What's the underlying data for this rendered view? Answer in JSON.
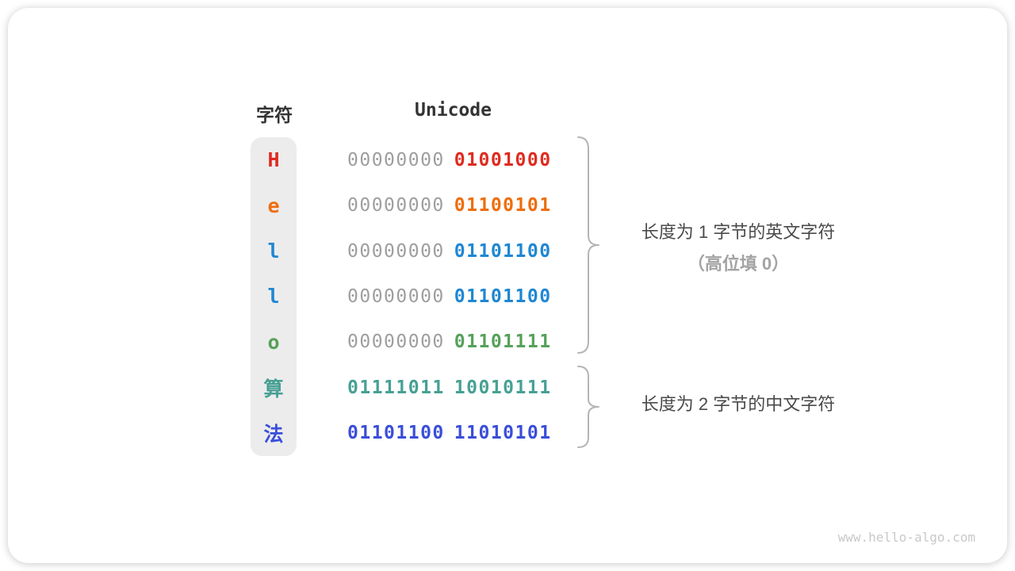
{
  "table": {
    "headers": {
      "char": "字符",
      "unicode": "Unicode"
    },
    "rows": [
      {
        "char": "H",
        "color": "#e02b20",
        "byte1": "00000000",
        "byte1_gray": true,
        "byte2": "01001000"
      },
      {
        "char": "e",
        "color": "#ee6e0d",
        "byte1": "00000000",
        "byte1_gray": true,
        "byte2": "01100101"
      },
      {
        "char": "l",
        "color": "#1f87d2",
        "byte1": "00000000",
        "byte1_gray": true,
        "byte2": "01101100"
      },
      {
        "char": "l",
        "color": "#1f87d2",
        "byte1": "00000000",
        "byte1_gray": true,
        "byte2": "01101100"
      },
      {
        "char": "o",
        "color": "#56a15a",
        "byte1": "00000000",
        "byte1_gray": true,
        "byte2": "01101111"
      },
      {
        "char": "算",
        "color": "#46a094",
        "byte1": "01111011",
        "byte1_gray": false,
        "byte2": "10010111"
      },
      {
        "char": "法",
        "color": "#3a4ed9",
        "byte1": "01101100",
        "byte1_gray": false,
        "byte2": "11010101"
      }
    ]
  },
  "annotations": [
    {
      "line1": "长度为 1 字节的英文字符",
      "line2": "（高位填 0）"
    },
    {
      "line1": "长度为 2 字节的中文字符"
    }
  ],
  "colors": {
    "muted_binary": "#9e9e9e",
    "header_text": "#333333",
    "annotation_primary": "#4a4a4a",
    "annotation_secondary": "#a3a3a3",
    "brace": "#b5b5b5",
    "char_column_bg": "#ececec"
  },
  "watermark": "www.hello-algo.com"
}
